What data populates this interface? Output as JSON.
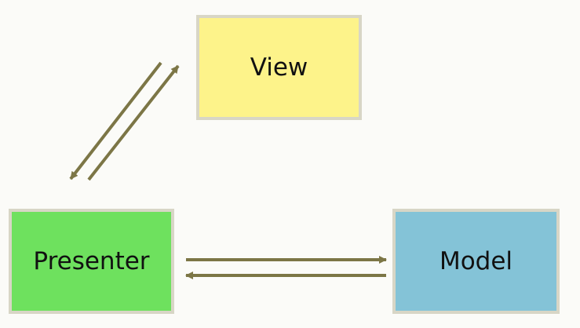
{
  "diagram": {
    "nodes": {
      "view": {
        "label": "View",
        "fill": "#fdf38a"
      },
      "presenter": {
        "label": "Presenter",
        "fill": "#6ee15e"
      },
      "model": {
        "label": "Model",
        "fill": "#84c3d7"
      }
    },
    "edges": [
      {
        "from": "presenter",
        "to": "view"
      },
      {
        "from": "view",
        "to": "presenter"
      },
      {
        "from": "presenter",
        "to": "model"
      },
      {
        "from": "model",
        "to": "presenter"
      }
    ],
    "arrow_color": "#7c7646",
    "border_color": "#d8d6c6"
  }
}
